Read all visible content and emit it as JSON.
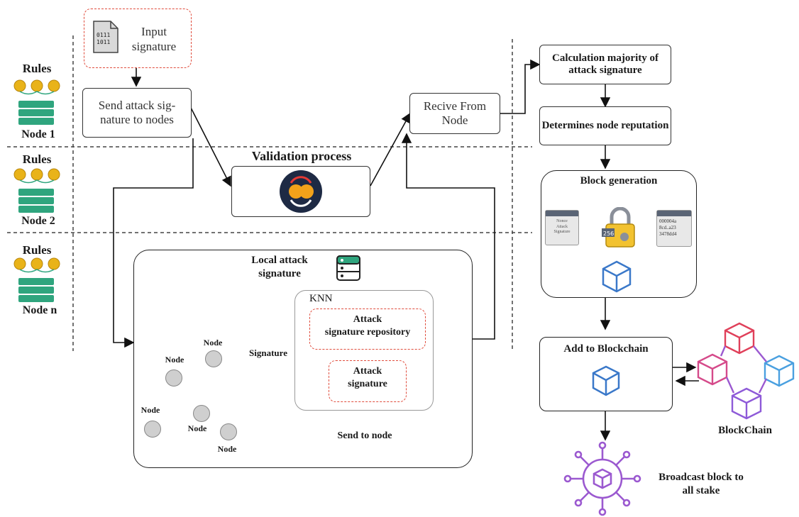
{
  "left_panel": {
    "rules_label": "Rules",
    "nodes": [
      "Node 1",
      "Node 2",
      "Node n"
    ]
  },
  "input_signature": "Input\nsignature",
  "send_attack": "Send attack sig-\nnature to nodes",
  "validation_title": "Validation process",
  "receive_from_node": "Recive From\nNode",
  "local_attack": {
    "title": "Local attack\nsignature",
    "knn": "KNN",
    "repository": "Attack\nsignature repository",
    "attack_signature": "Attack\nsignature",
    "send_to_node": "Send to node",
    "signature_label": "Signature",
    "node_label": "Node"
  },
  "right_flow": {
    "calc_majority": "Calculation majority\nof attack signature",
    "reputation": "Determines node\nreputation",
    "block_generation": "Block generation",
    "add_to_blockchain": "Add to Blockchain",
    "blockchain_label": "BlockChain",
    "broadcast": "Broadcast block to\nall stake",
    "block_gen_icons": {
      "nonce_lines": "Nonce\nAttack\nSignature",
      "hash_value": "000004a\n8cd..a23\n3478dd4",
      "lock_value": "256"
    }
  },
  "colors": {
    "red_dash": "#e04c3c",
    "teal": "#2fa57e",
    "gold": "#e9b319",
    "purple": "#9b59d0",
    "blue_cube": "#3a78c9"
  },
  "icons": [
    "file-binary-icon",
    "coin-icon",
    "server-rack-icon",
    "validation-cycle-icon",
    "database-icon",
    "padlock-icon",
    "cube-icon",
    "blockchain-network-icon",
    "broadcast-hub-icon"
  ]
}
